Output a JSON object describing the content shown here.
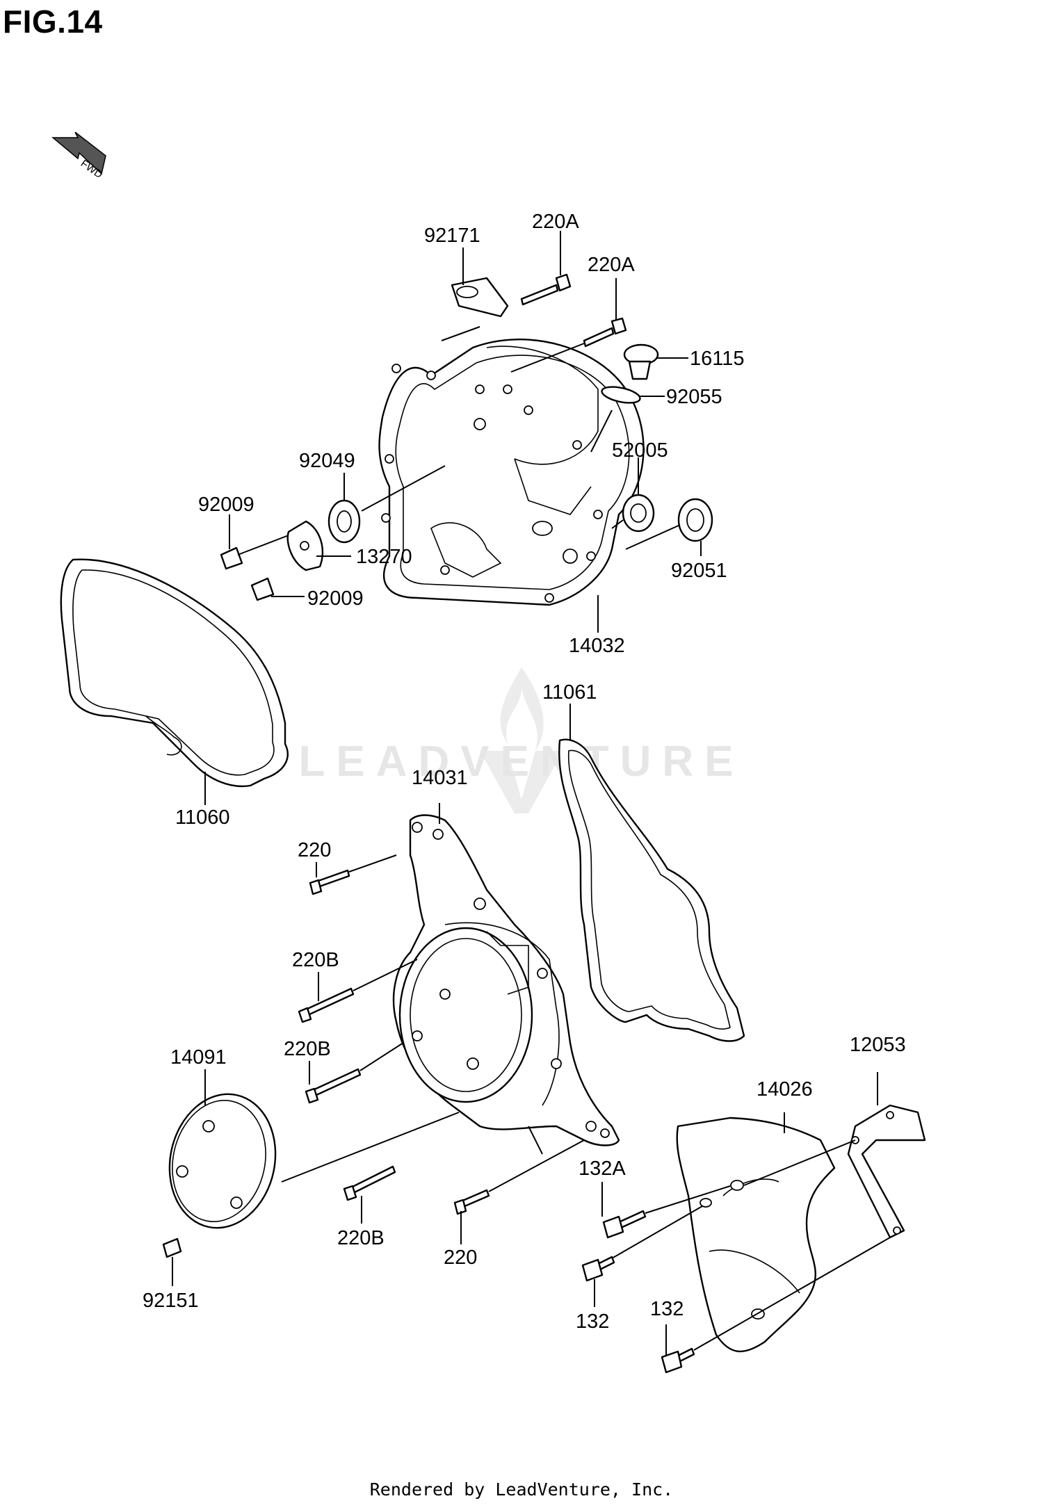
{
  "title": "FIG.14",
  "fwd_label": "FWD",
  "watermark": "LEADVENTURE",
  "footer": "Rendered by LeadVenture, Inc.",
  "parts": [
    {
      "id": "92171",
      "label": "92171"
    },
    {
      "id": "220A-1",
      "label": "220A"
    },
    {
      "id": "220A-2",
      "label": "220A"
    },
    {
      "id": "16115",
      "label": "16115"
    },
    {
      "id": "92055",
      "label": "92055"
    },
    {
      "id": "92049",
      "label": "92049"
    },
    {
      "id": "52005",
      "label": "52005"
    },
    {
      "id": "92009-1",
      "label": "92009"
    },
    {
      "id": "13270",
      "label": "13270"
    },
    {
      "id": "92009-2",
      "label": "92009"
    },
    {
      "id": "92051",
      "label": "92051"
    },
    {
      "id": "14032",
      "label": "14032"
    },
    {
      "id": "11061",
      "label": "11061"
    },
    {
      "id": "11060",
      "label": "11060"
    },
    {
      "id": "14031",
      "label": "14031"
    },
    {
      "id": "220-1",
      "label": "220"
    },
    {
      "id": "220B-1",
      "label": "220B"
    },
    {
      "id": "220B-2",
      "label": "220B"
    },
    {
      "id": "14091",
      "label": "14091"
    },
    {
      "id": "12053",
      "label": "12053"
    },
    {
      "id": "14026",
      "label": "14026"
    },
    {
      "id": "132A",
      "label": "132A"
    },
    {
      "id": "220B-3",
      "label": "220B"
    },
    {
      "id": "220-2",
      "label": "220"
    },
    {
      "id": "92151",
      "label": "92151"
    },
    {
      "id": "132-1",
      "label": "132"
    },
    {
      "id": "132-2",
      "label": "132"
    }
  ]
}
